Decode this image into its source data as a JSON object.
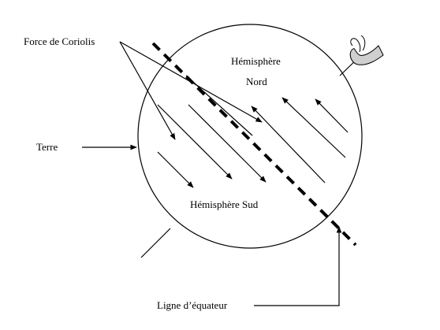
{
  "labels": {
    "coriolis": "Force de Coriolis",
    "earth": "Terre",
    "north_line1": "Hémisphère",
    "north_line2": "Nord",
    "south": "Hémisphère Sud",
    "equator": "Ligne d’équateur"
  },
  "colors": {
    "ink": "#000000",
    "background": "#ffffff",
    "eye_fill": "#cfcfcf"
  },
  "icons": {
    "observer": "eye-icon"
  }
}
